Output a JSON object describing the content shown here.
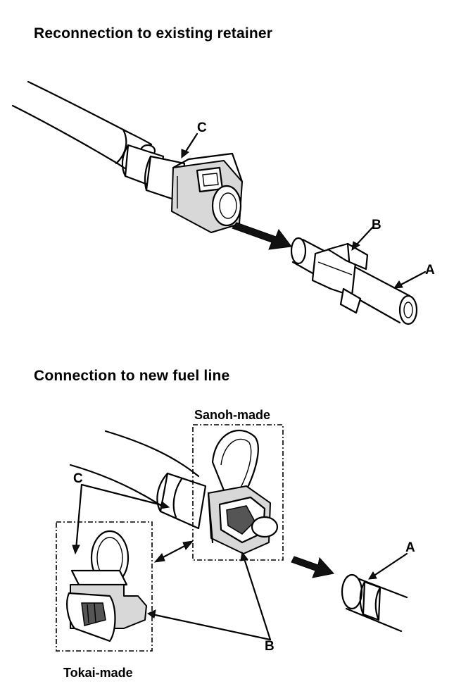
{
  "sections": {
    "reconnection_title": "Reconnection to existing retainer",
    "connection_title": "Connection to new fuel line"
  },
  "callouts": {
    "top": {
      "a": "A",
      "b": "B",
      "c": "C"
    },
    "bottom": {
      "a": "A",
      "b": "B",
      "c": "C"
    }
  },
  "makers": {
    "sanoh": "Sanoh-made",
    "tokai": "Tokai-made"
  },
  "icons": [
    "fuel-hose",
    "quick-connector",
    "retainer",
    "fuel-pipe",
    "direction-arrow"
  ]
}
